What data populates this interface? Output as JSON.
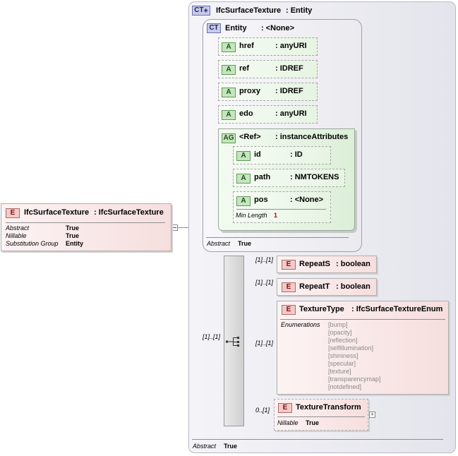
{
  "root_element": {
    "badge": "E",
    "name": "IfcSurfaceTexture",
    "type": ": IfcSurfaceTexture",
    "props": [
      {
        "label": "Abstract",
        "value": "True"
      },
      {
        "label": "Nillable",
        "value": "True"
      },
      {
        "label": "Substitution Group",
        "value": "Entity"
      }
    ]
  },
  "complex_type": {
    "badge": "CT",
    "name": "IfcSurfaceTexture",
    "type": ": Entity",
    "abstract_label": "Abstract",
    "abstract_value": "True"
  },
  "base_type": {
    "badge": "CT",
    "name": "Entity",
    "type": ": <None>",
    "abstract_label": "Abstract",
    "abstract_value": "True",
    "attributes": [
      {
        "badge": "A",
        "name": "href",
        "type": ": anyURI"
      },
      {
        "badge": "A",
        "name": "ref",
        "type": ": IDREF"
      },
      {
        "badge": "A",
        "name": "proxy",
        "type": ": IDREF"
      },
      {
        "badge": "A",
        "name": "edo",
        "type": ": anyURI"
      }
    ],
    "attribute_group": {
      "badge": "AG",
      "name": "<Ref>",
      "type": ": instanceAttributes",
      "attributes": [
        {
          "badge": "A",
          "name": "id",
          "type": ": ID"
        },
        {
          "badge": "A",
          "name": "path",
          "type": ": NMTOKENS"
        },
        {
          "badge": "A",
          "name": "pos",
          "type": ": <None>",
          "min_length_label": "Min Length",
          "min_length_value": "1"
        }
      ]
    }
  },
  "sequence": {
    "cardinality": "[1]..[1]",
    "children": [
      {
        "badge": "E",
        "name": "RepeatS",
        "type": ": boolean",
        "cardinality": "[1]..[1]"
      },
      {
        "badge": "E",
        "name": "RepeatT",
        "type": ": boolean",
        "cardinality": "[1]..[1]"
      },
      {
        "badge": "E",
        "name": "TextureType",
        "type": ": IfcSurfaceTextureEnum",
        "cardinality": "[1]..[1]",
        "enum_label": "Enumerations",
        "enumerations": [
          "[bump]",
          "[opacity]",
          "[reflection]",
          "[selfillumination]",
          "[shininess]",
          "[specular]",
          "[texture]",
          "[transparencymap]",
          "[notdefined]"
        ]
      },
      {
        "badge": "E",
        "name": "TextureTransform",
        "cardinality": "0..[1]",
        "nillable_label": "Nillable",
        "nillable_value": "True",
        "expand": "+"
      }
    ]
  }
}
